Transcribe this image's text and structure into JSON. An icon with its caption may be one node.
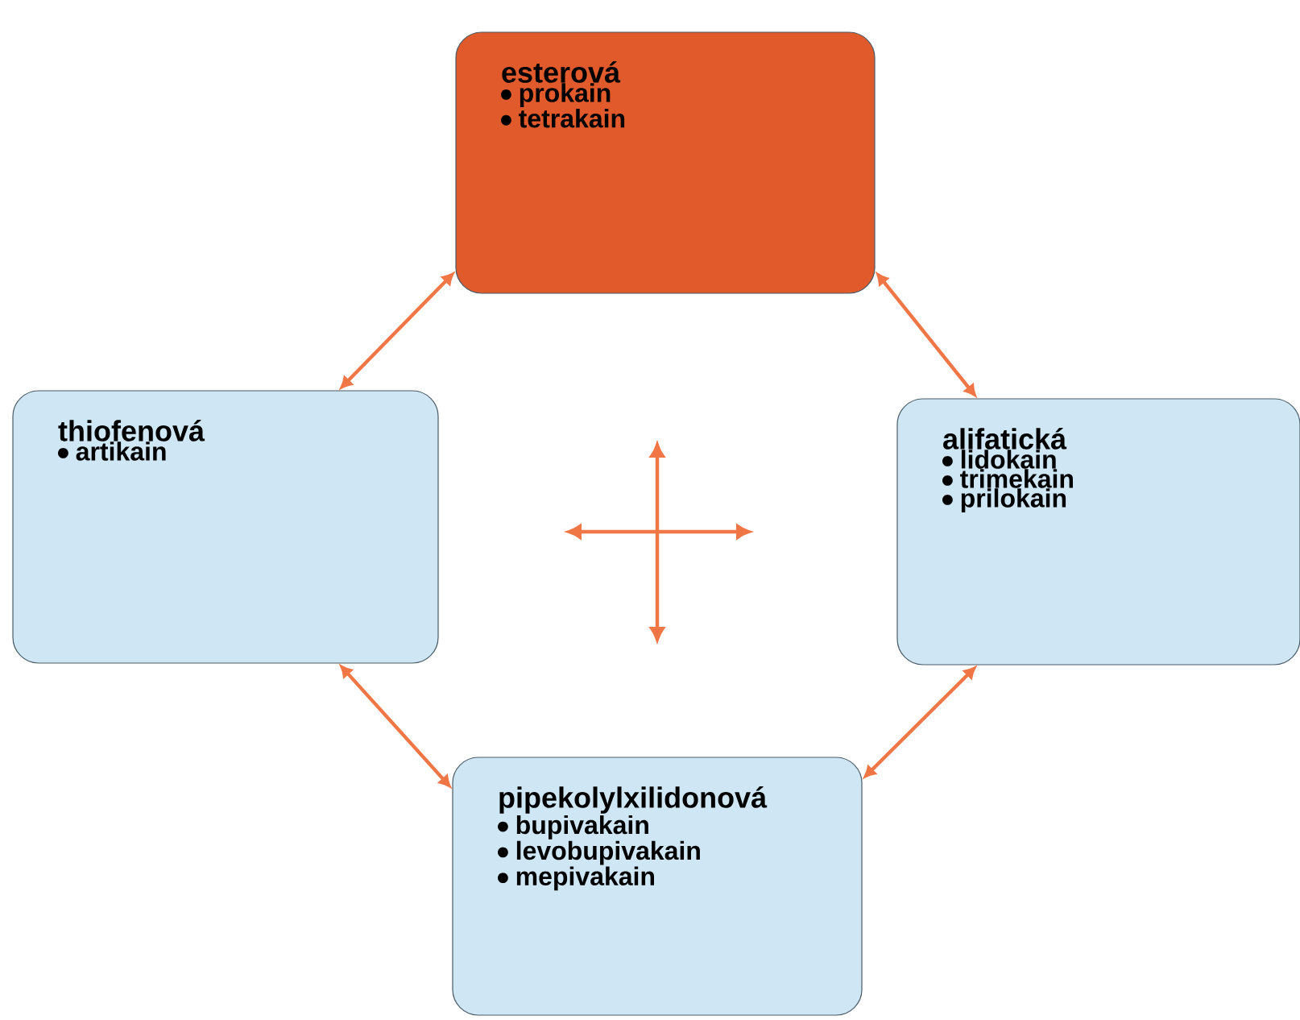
{
  "diagram": {
    "nodes": [
      {
        "text": [
          "esterová",
          "prokain",
          "tetrakain"
        ]
      },
      {
        "text": [
          "thiofenová",
          "artikain"
        ]
      },
      {
        "text": [
          "alifatická",
          "lidokain",
          "trimekain",
          "prilokain"
        ]
      },
      {
        "text": [
          "pipekolylxilidonová",
          "bupivakain",
          "levobupivakain",
          "mepivakain"
        ]
      }
    ],
    "edges": [
      {
        "from": 1,
        "to": 0,
        "arrow": "both"
      },
      {
        "from": 0,
        "to": 2,
        "arrow": "both"
      },
      {
        "from": 2,
        "to": 3,
        "arrow": "both"
      },
      {
        "from": 1,
        "to": 3,
        "arrow": "both"
      }
    ]
  }
}
